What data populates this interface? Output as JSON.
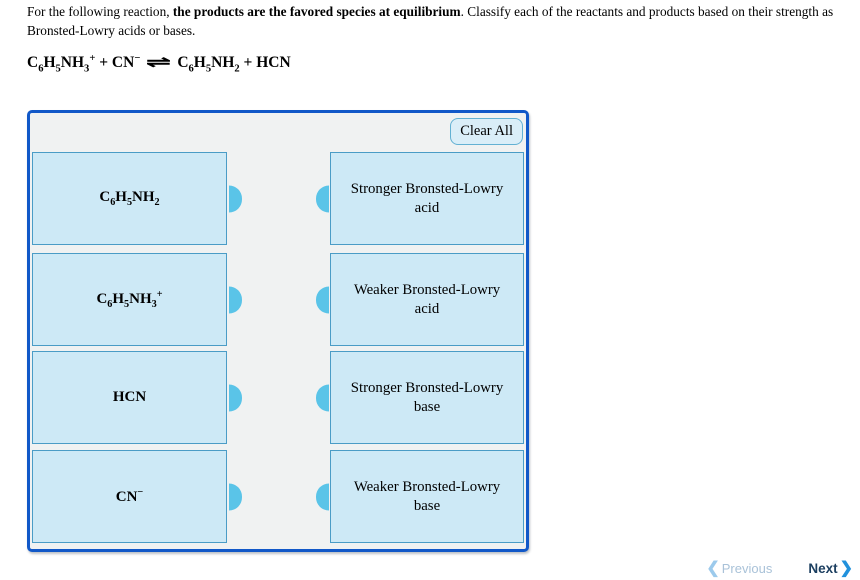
{
  "question": {
    "text_before": "For the following reaction, ",
    "text_bold": "the products are the favored species at equilibrium",
    "text_after": ". Classify each of the reactants and products based on their strength as Bronsted-Lowry acids or bases."
  },
  "equation": {
    "plain": "C6H5NH3+ + CN- = C6H5NH2 + HCN",
    "tokens": [
      [
        "n",
        "C"
      ],
      [
        "s",
        "6"
      ],
      [
        "n",
        "H"
      ],
      [
        "s",
        "5"
      ],
      [
        "n",
        "NH"
      ],
      [
        "s",
        "3"
      ],
      [
        "u",
        "+"
      ],
      [
        "n",
        " + CN"
      ],
      [
        "u",
        "−"
      ],
      [
        "a",
        "⇌"
      ],
      [
        "n",
        "C"
      ],
      [
        "s",
        "6"
      ],
      [
        "n",
        "H"
      ],
      [
        "s",
        "5"
      ],
      [
        "n",
        "NH"
      ],
      [
        "s",
        "2"
      ],
      [
        "n",
        " + HCN"
      ]
    ]
  },
  "panel": {
    "clear_all_label": "Clear All"
  },
  "cards": [
    {
      "label": "C6H5NH2",
      "tokens": [
        [
          "n",
          "C"
        ],
        [
          "s",
          "6"
        ],
        [
          "n",
          "H"
        ],
        [
          "s",
          "5"
        ],
        [
          "n",
          "NH"
        ],
        [
          "s",
          "2"
        ]
      ]
    },
    {
      "label": "C6H5NH3+",
      "tokens": [
        [
          "n",
          "C"
        ],
        [
          "s",
          "6"
        ],
        [
          "n",
          "H"
        ],
        [
          "s",
          "5"
        ],
        [
          "n",
          "NH"
        ],
        [
          "s",
          "3"
        ],
        [
          "u",
          "+"
        ]
      ]
    },
    {
      "label": "HCN",
      "tokens": [
        [
          "n",
          "HCN"
        ]
      ]
    },
    {
      "label": "CN-",
      "tokens": [
        [
          "n",
          "CN"
        ],
        [
          "u",
          "−"
        ]
      ]
    }
  ],
  "targets": [
    {
      "line1": "Stronger Bronsted-Lowry",
      "line2": "acid"
    },
    {
      "line1": "Weaker Bronsted-Lowry",
      "line2": "acid"
    },
    {
      "line1": "Stronger Bronsted-Lowry",
      "line2": "base"
    },
    {
      "line1": "Weaker Bronsted-Lowry",
      "line2": "base"
    }
  ],
  "nav": {
    "previous_label": "Previous",
    "next_label": "Next"
  },
  "icons": {
    "chevron_left": "❮",
    "chevron_right": "❯"
  },
  "colors": {
    "panel_border": "#1158c8",
    "panel_bg": "#f0f2f2",
    "card_bg": "#cde9f6",
    "card_border": "#4a9cc6",
    "knob": "#5ac4e8",
    "clear_bg": "#daeef8",
    "clear_border": "#63b1d3",
    "prev_text": "#a9c2d8",
    "prev_chevron": "#9ccaec",
    "next_text": "#1c3f60",
    "next_chevron": "#2191dc"
  }
}
